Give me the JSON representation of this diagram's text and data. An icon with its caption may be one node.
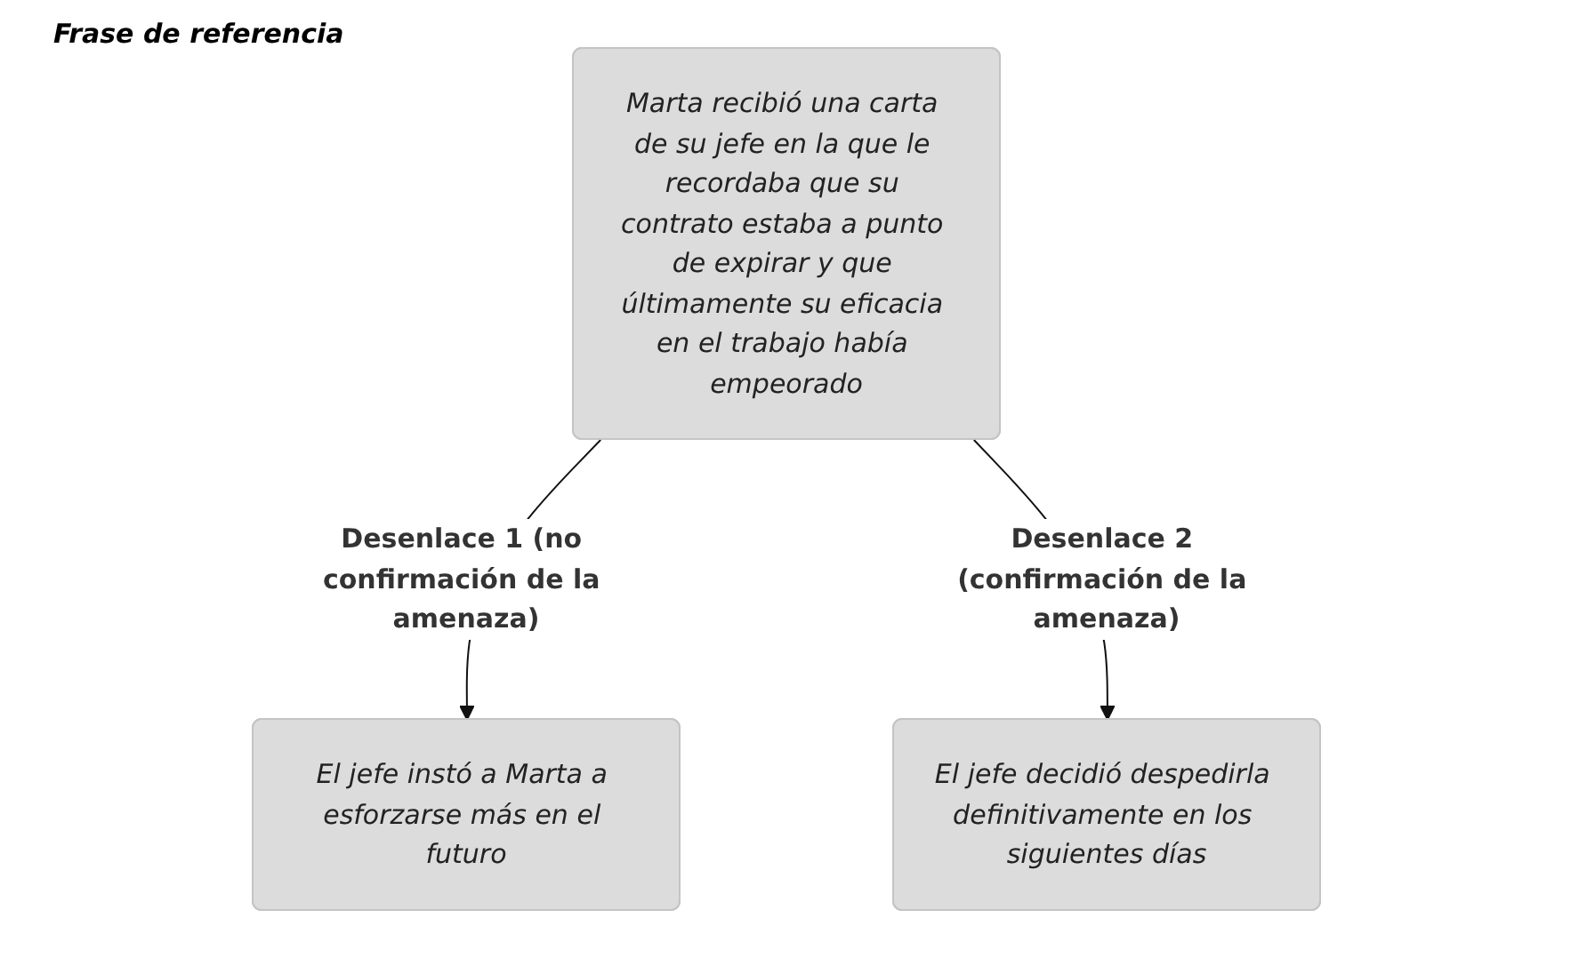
{
  "diagram": {
    "nodes": [
      {
        "text": [
          "Marta recibió una carta de su jefe en la que le recordaba que su contrato estaba a punto de expirar y que últimamente su eficacia en el trabajo había empeorado"
        ]
      },
      {
        "text": [
          "El jefe instó a Marta a esforzarse más en el futuro"
        ]
      },
      {
        "text": [
          "El jefe decidió despedirla definitivamente en los siguientes días"
        ]
      }
    ],
    "edges": [
      {
        "from": 0,
        "to": 1,
        "arrow": "to",
        "label": "Desenlace 1 (no confirmación de la amenaza)"
      },
      {
        "from": 0,
        "to": 2,
        "arrow": "to",
        "label": "Desenlace 2 (confirmación de la amenaza)"
      }
    ],
    "labels": [
      "Frase de referencia"
    ]
  }
}
